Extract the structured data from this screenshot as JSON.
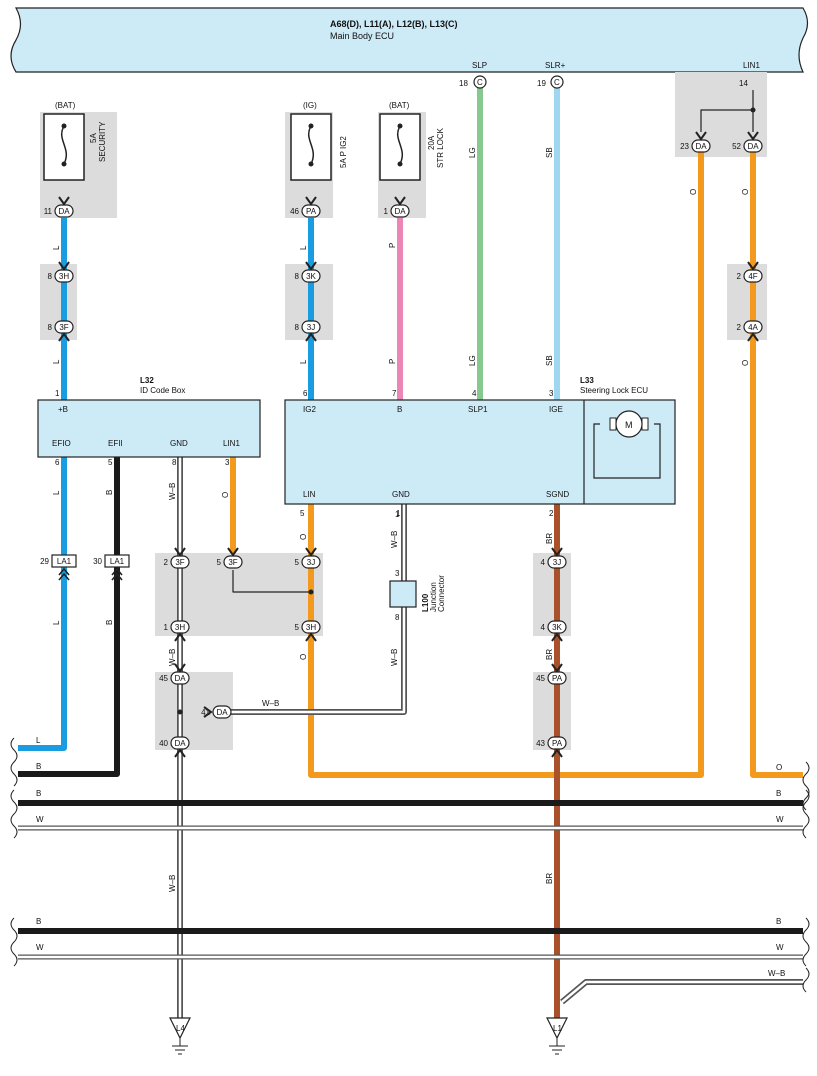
{
  "ecu": {
    "codes": "A68(D), L11(A), L12(B), L13(C)",
    "name": "Main Body ECU",
    "pins": [
      {
        "label": "SLP",
        "num": "18",
        "conn": "C"
      },
      {
        "label": "SLR+",
        "num": "19",
        "conn": "C"
      },
      {
        "label": "LIN1",
        "num": "14",
        "conn": ""
      }
    ]
  },
  "fuses": [
    {
      "source": "(BAT)",
      "label_line1": "5A",
      "label_line2": "SECURITY",
      "pin": "11",
      "conn": "DA"
    },
    {
      "source": "(IG)",
      "label_line1": "5A P IG2",
      "label_line2": "",
      "pin": "46",
      "conn": "PA"
    },
    {
      "source": "(BAT)",
      "label_line1": "20A",
      "label_line2": "STR LOCK",
      "pin": "1",
      "conn": "DA"
    }
  ],
  "id_code_box": {
    "code": "L32",
    "name": "ID Code Box",
    "top_pin": {
      "num": "1",
      "label": "+B"
    },
    "bottom_pins": [
      {
        "num": "6",
        "label": "EFIO"
      },
      {
        "num": "5",
        "label": "EFII"
      },
      {
        "num": "8",
        "label": "GND"
      },
      {
        "num": "3",
        "label": "LIN1"
      }
    ]
  },
  "steering_lock_ecu": {
    "code": "L33",
    "name": "Steering Lock ECU",
    "top_pins": [
      {
        "num": "6",
        "label": "IG2"
      },
      {
        "num": "7",
        "label": "B"
      },
      {
        "num": "4",
        "label": "SLP1"
      },
      {
        "num": "3",
        "label": "IGE"
      }
    ],
    "bottom_pins": [
      {
        "num": "5",
        "label": "LIN"
      },
      {
        "num": "1",
        "label": "GND"
      },
      {
        "num": "2",
        "label": "SGND"
      }
    ],
    "motor": "M"
  },
  "junction_connector": {
    "code": "L100",
    "line1": "Junction",
    "line2": "Connector",
    "pin_top": "3",
    "pin_bottom": "8",
    "pin_ecu": "1"
  },
  "connectors": [
    {
      "num": "8",
      "code": "3H"
    },
    {
      "num": "8",
      "code": "3F"
    },
    {
      "num": "8",
      "code": "3K"
    },
    {
      "num": "8",
      "code": "3J"
    },
    {
      "num": "23",
      "code": "DA"
    },
    {
      "num": "52",
      "code": "DA"
    },
    {
      "num": "2",
      "code": "4F"
    },
    {
      "num": "2",
      "code": "4A"
    },
    {
      "num": "29",
      "code": "LA1"
    },
    {
      "num": "30",
      "code": "LA1"
    },
    {
      "num": "2",
      "code": "3F"
    },
    {
      "num": "5",
      "code": "3F"
    },
    {
      "num": "5",
      "code": "3J"
    },
    {
      "num": "1",
      "code": "3H"
    },
    {
      "num": "5",
      "code": "3H"
    },
    {
      "num": "4",
      "code": "3J"
    },
    {
      "num": "4",
      "code": "3K"
    },
    {
      "num": "45",
      "code": "DA"
    },
    {
      "num": "41",
      "code": "DA"
    },
    {
      "num": "40",
      "code": "DA"
    },
    {
      "num": "45",
      "code": "PA"
    },
    {
      "num": "43",
      "code": "PA"
    }
  ],
  "wire_labels": {
    "L": "L",
    "B": "B",
    "W": "W",
    "O": "O",
    "LG": "LG",
    "SB": "SB",
    "P": "P",
    "WB": "W–B",
    "BR": "BR"
  },
  "grounds": [
    {
      "code": "L4"
    },
    {
      "code": "L1"
    }
  ],
  "colors": {
    "ecu_fill": "#cdeaf7",
    "shade": "#dcdcdc",
    "L": "#1a9de0",
    "B": "#1a1a1a",
    "O": "#f39a1e",
    "LG": "#86c98e",
    "SB": "#9fd6f0",
    "P": "#ec86b4",
    "BR": "#a8512a"
  }
}
